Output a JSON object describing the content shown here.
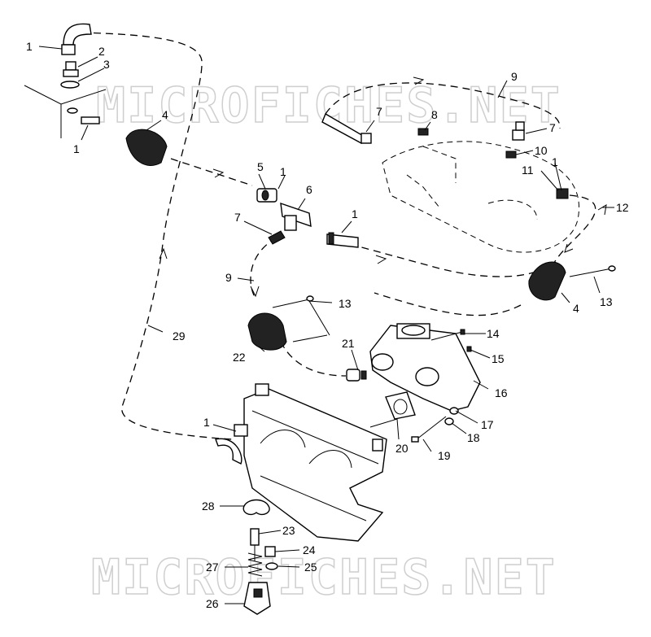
{
  "watermark_top": "MICROFICHES.NET",
  "watermark_bottom": "MICROFICHES.NET",
  "callouts": [
    {
      "id": "c1a",
      "label": "1"
    },
    {
      "id": "c2",
      "label": "2"
    },
    {
      "id": "c3",
      "label": "3"
    },
    {
      "id": "c4a",
      "label": "4"
    },
    {
      "id": "c1b",
      "label": "1"
    },
    {
      "id": "c5",
      "label": "5"
    },
    {
      "id": "c1c",
      "label": "1"
    },
    {
      "id": "c6",
      "label": "6"
    },
    {
      "id": "c7a",
      "label": "7"
    },
    {
      "id": "c1d",
      "label": "1"
    },
    {
      "id": "c9a",
      "label": "9"
    },
    {
      "id": "c7b",
      "label": "7"
    },
    {
      "id": "c8",
      "label": "8"
    },
    {
      "id": "c7c",
      "label": "7"
    },
    {
      "id": "c10",
      "label": "10"
    },
    {
      "id": "c11",
      "label": "11"
    },
    {
      "id": "c1e",
      "label": "1"
    },
    {
      "id": "c12",
      "label": "12"
    },
    {
      "id": "c9b",
      "label": "9"
    },
    {
      "id": "c13a",
      "label": "13"
    },
    {
      "id": "c4b",
      "label": "4"
    },
    {
      "id": "c13b",
      "label": "13"
    },
    {
      "id": "c29",
      "label": "29"
    },
    {
      "id": "c21",
      "label": "21"
    },
    {
      "id": "c14",
      "label": "14"
    },
    {
      "id": "c15",
      "label": "15"
    },
    {
      "id": "c22",
      "label": "22"
    },
    {
      "id": "c16",
      "label": "16"
    },
    {
      "id": "c17",
      "label": "17"
    },
    {
      "id": "c18",
      "label": "18"
    },
    {
      "id": "c20",
      "label": "20"
    },
    {
      "id": "c19",
      "label": "19"
    },
    {
      "id": "c1f",
      "label": "1"
    },
    {
      "id": "c28",
      "label": "28"
    },
    {
      "id": "c23",
      "label": "23"
    },
    {
      "id": "c24",
      "label": "24"
    },
    {
      "id": "c27",
      "label": "27"
    },
    {
      "id": "c25",
      "label": "25"
    },
    {
      "id": "c26",
      "label": "26"
    }
  ]
}
